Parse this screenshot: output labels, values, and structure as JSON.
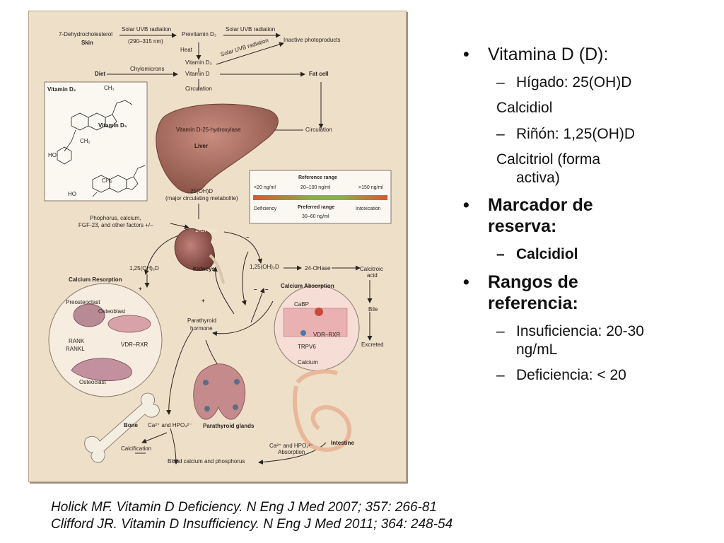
{
  "figure": {
    "labels": {
      "dehydro": "7-Dehydrocholesterol",
      "skin": "Skin",
      "uvb1": "Solar UVB radiation",
      "uvb_range": "(290–315 nm)",
      "previtamin": "Previtamin D₃",
      "uvb2": "Solar UVB radiation",
      "inactive": "Inactive photoproducts",
      "heat": "Heat",
      "uvb3": "Solar UVB radiation",
      "vitd3": "Vitamin D₃",
      "diet": "Diet",
      "chylo": "Chylomicrons",
      "vitd": "Vitamin D",
      "fatcell": "Fat cell",
      "circ1": "Circulation",
      "circ2": "Circulation",
      "vitd2_struct": "Vitamin D₂",
      "vitd3_struct": "Vitamin D₃",
      "ch3": "CH₃",
      "ch2a": "CH₂",
      "ch2b": "CH₂",
      "ho1": "HO",
      "ho2": "HO",
      "hydroxylase": "Vitamin D-25-hydroxylase",
      "liver": "Liver",
      "ohd": "25(OH)D",
      "ohd_sub": "(major circulating metabolite)",
      "ref_title": "Reference range",
      "ref_low": "<20 ng/ml",
      "ref_mid": "20–100 ng/ml",
      "ref_high": ">150 ng/ml",
      "deficiency": "Deficiency",
      "preferred": "Preferred range",
      "preferred_val": "30–60 ng/ml",
      "intox": "Intoxication",
      "phos1": "Phophorus, calcium,",
      "phos2": "FGF-23, and other factors +/–",
      "ohase": "1-OHase",
      "minus1": "–",
      "minus2": "–",
      "minus3": "–",
      "plus1": "+",
      "plus2": "+",
      "ohd2_left": "1,25(OH)₂D",
      "ohd2_right": "1,25(OH)₂D",
      "kidneys": "Kidneys",
      "ohase24": "24-OHase",
      "calcitroic": "Calcitroic",
      "acid": "acid",
      "ca_resorption": "Calcium Resorption",
      "preosteoclast": "Preosteoclast",
      "osteoblast": "Osteoblast",
      "rank": "RANK",
      "rankl": "RANKL",
      "vdr1": "VDR–RXR",
      "osteoclast": "Osteoclast",
      "pth1": "Parathyroid",
      "pth2": "hormone",
      "ca_absorption": "Calcium Absorption",
      "cabp": "CaBP",
      "vdr2": "VDR–RXR",
      "trpv6": "TRPV6",
      "calcium": "Calcium",
      "bile": "Bile",
      "excreted": "Excreted",
      "bone": "Bone",
      "ca_hpo": "Ca²⁺ and HPO₄²⁻",
      "parathyroid_glands": "Parathyroid glands",
      "intestine": "Intestine",
      "ca_hpo2": "Ca²⁺ and HPO₄²⁻",
      "absorption": "Absorption",
      "calcification": "Calcification",
      "blood": "Blood calcium and phosphorus"
    }
  },
  "bullets": {
    "b1": {
      "marker": "•",
      "text": "Vitamina D (D):"
    },
    "b1_1": {
      "marker": "–",
      "text": "Hígado: 25(OH)D"
    },
    "b1_1c": "Calcidiol",
    "b1_2": {
      "marker": "–",
      "text": "Riñón: 1,25(OH)D"
    },
    "b1_2c_line1": "Calcitriol (forma",
    "b1_2c_line2": "activa)",
    "b2": {
      "marker": "•",
      "text_line1": "Marcador de",
      "text_line2": "reserva:"
    },
    "b2_1": {
      "marker": "–",
      "text": "Calcidiol"
    },
    "b3": {
      "marker": "•",
      "text_line1": "Rangos de",
      "text_line2": "referencia:"
    },
    "b3_1": {
      "marker": "–",
      "text_line1": "Insuficiencia: 20-30",
      "text_line2": "ng/mL"
    },
    "b3_2": {
      "marker": "–",
      "text": "Deficiencia: < 20"
    }
  },
  "references": {
    "ref1": "Holick MF. Vitamin D Deficiency. N Eng J Med 2007; 357: 266-81",
    "ref2": "Clifford JR. Vitamin D Insufficiency. N Eng J Med 2011; 364: 248-54"
  },
  "colors": {
    "panel_bg": "#eedfc9",
    "organ": "#a86b5f",
    "organ_dark": "#7e4a40",
    "scale_low": "#d9572c",
    "scale_mid": "#8ab04a",
    "scale_high": "#d9572c"
  }
}
